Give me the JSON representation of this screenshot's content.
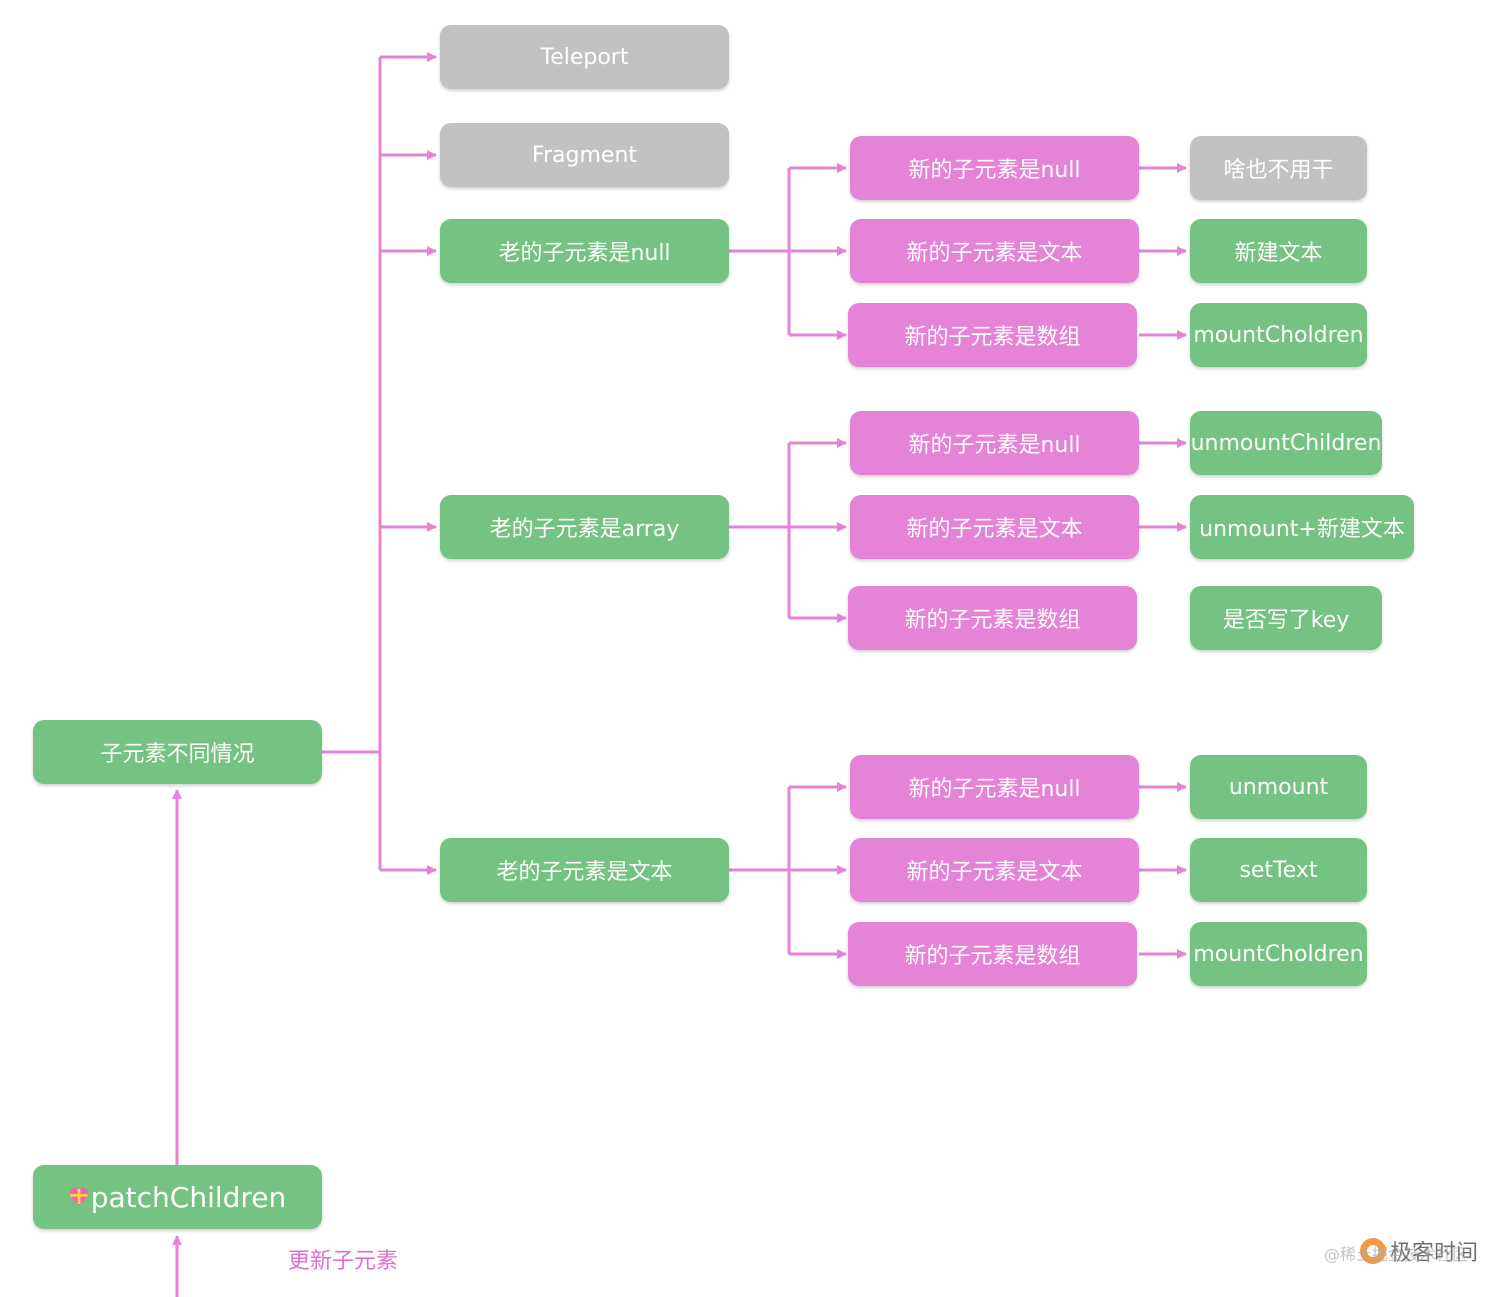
{
  "colors": {
    "connector": "#e583d6",
    "gray_node": "#c2c2c2",
    "green_node": "#74c382",
    "pink_node": "#e583d6"
  },
  "nodes": {
    "teleport": "Teleport",
    "fragment": "Fragment",
    "old_null": "老的子元素是null",
    "old_array": "老的子元素是array",
    "old_text": "老的子元素是文本",
    "root": "子元素不同情况",
    "patch": "patchChildren",
    "patch_icon": "gift-heart-icon",
    "group1": {
      "new_null": "新的子元素是null",
      "new_text": "新的子元素是文本",
      "new_array": "新的子元素是数组",
      "res_null": "啥也不用干",
      "res_text": "新建文本",
      "res_array": "mountCholdren"
    },
    "group2": {
      "new_null": "新的子元素是null",
      "new_text": "新的子元素是文本",
      "new_array": "新的子元素是数组",
      "res_null": "unmountChildren",
      "res_text": "unmount+新建文本",
      "res_array": "是否写了key"
    },
    "group3": {
      "new_null": "新的子元素是null",
      "new_text": "新的子元素是文本",
      "new_array": "新的子元素是数组",
      "res_null": "unmount",
      "res_text": "setText",
      "res_array": "mountCholdren"
    }
  },
  "edge_label": "更新子元素",
  "watermark": {
    "brand": "极客时间",
    "handle": "@稀土掘金技术社区"
  }
}
